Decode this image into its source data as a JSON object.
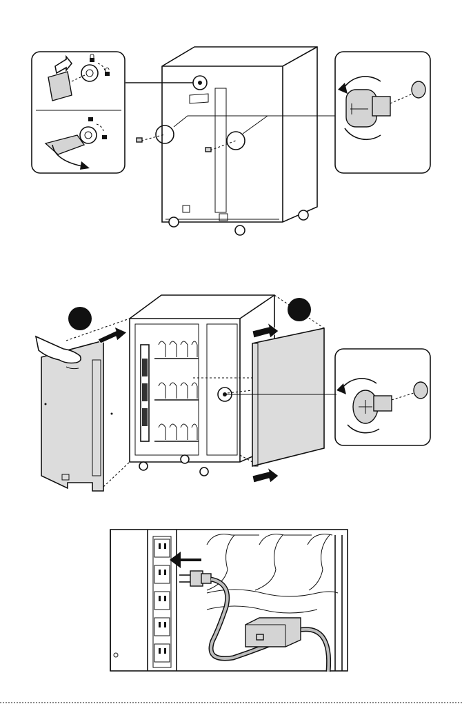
{
  "figure": {
    "steps": [
      {
        "id": "unlock-and-remove-side-screws"
      },
      {
        "id": "remove-side-panels"
      },
      {
        "id": "unplug-power-adapter"
      }
    ],
    "icons": [
      "key-icon",
      "lock-icon",
      "unlock-icon",
      "screw-icon",
      "arrow-icon",
      "hand-icon",
      "plug-icon",
      "power-adapter-icon"
    ],
    "colors": {
      "line": "#111111",
      "panel": "#dcdcdc",
      "accent": "#111111"
    }
  }
}
